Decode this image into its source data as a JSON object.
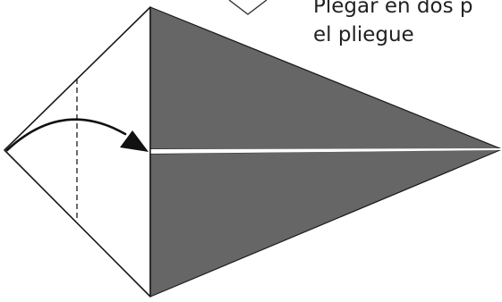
{
  "caption": {
    "line1": "Plegar en dos p",
    "line2": "el pliegue"
  },
  "colors": {
    "shaded_flap": "#666666",
    "outline": "#1a1a1a",
    "background": "#ffffff",
    "center_crease": "#ffffff"
  },
  "icons": {
    "fold_arrow": "curved-arrow-right",
    "fold_line": "dashed-valley-fold-line",
    "corner_marker": "partial-diamond-outline"
  }
}
